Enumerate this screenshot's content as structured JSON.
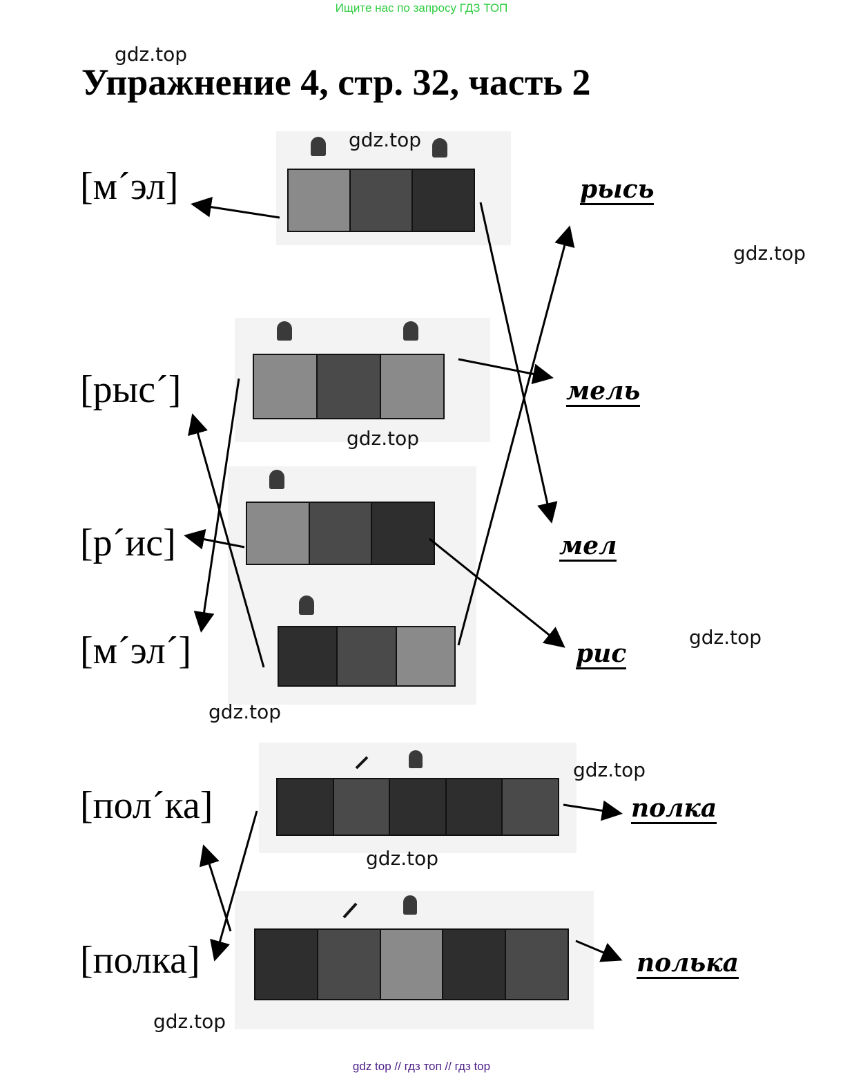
{
  "top_note": "Ищите нас по запросу ГДЗ ТОП",
  "title": "Упражнение 4, стр. 32, часть 2",
  "watermark": "gdz.top",
  "transcriptions": [
    "[м´эл]",
    "[рыс´]",
    "[р´ис]",
    "[м´эл´]",
    "[пол´ка]",
    "[полка]"
  ],
  "words": [
    "рысь",
    "мель",
    "мел",
    "рис",
    "полка",
    "полька"
  ],
  "colors": {
    "light": "#8a8a8a",
    "mid": "#4a4a4a",
    "dark": "#2e2e2e",
    "top_note": "#2ecc40",
    "footer": "#4b1d86"
  },
  "footer": "gdz top  //  гдз топ  //  гдз top"
}
